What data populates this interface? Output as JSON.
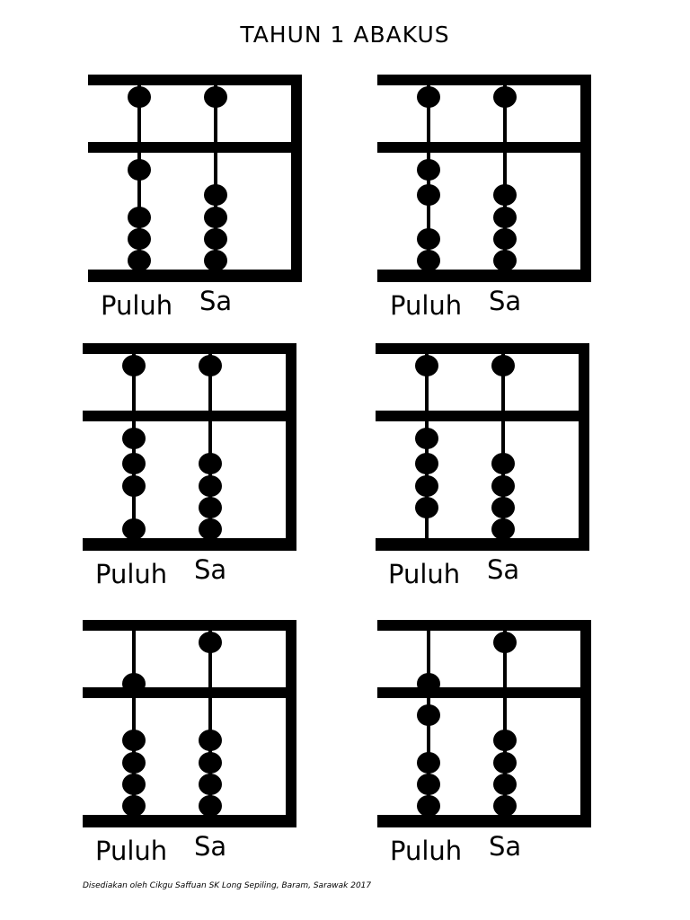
{
  "title": "TAHUN 1 ABAKUS",
  "labels": {
    "tens": "Puluh",
    "ones": "Sa"
  },
  "abaci": [
    {
      "tens": {
        "upper": 1,
        "lower": [
          1,
          0,
          1,
          1,
          1
        ]
      },
      "ones": {
        "upper": 1,
        "lower": [
          0,
          1,
          1,
          1,
          1
        ]
      }
    },
    {
      "tens": {
        "upper": 1,
        "lower": [
          1,
          1,
          0,
          1,
          1
        ]
      },
      "ones": {
        "upper": 1,
        "lower": [
          0,
          1,
          1,
          1,
          1
        ]
      }
    },
    {
      "tens": {
        "upper": 1,
        "lower": [
          1,
          1,
          1,
          0,
          1
        ]
      },
      "ones": {
        "upper": 1,
        "lower": [
          0,
          1,
          1,
          1,
          1
        ]
      }
    },
    {
      "tens": {
        "upper": 1,
        "lower": [
          1,
          1,
          1,
          1,
          0
        ]
      },
      "ones": {
        "upper": 1,
        "lower": [
          0,
          1,
          1,
          1,
          1
        ]
      }
    },
    {
      "tens": {
        "upper": 0,
        "lower": [
          0,
          1,
          1,
          1,
          1
        ]
      },
      "ones": {
        "upper": 1,
        "lower": [
          0,
          1,
          1,
          1,
          1
        ]
      }
    },
    {
      "tens": {
        "upper": 0,
        "lower": [
          1,
          0,
          1,
          1,
          1
        ]
      },
      "ones": {
        "upper": 1,
        "lower": [
          0,
          1,
          1,
          1,
          1
        ]
      }
    }
  ],
  "footer": "Disediakan oleh Cikgu Saffuan SK Long Sepiling, Baram, Sarawak 2017"
}
